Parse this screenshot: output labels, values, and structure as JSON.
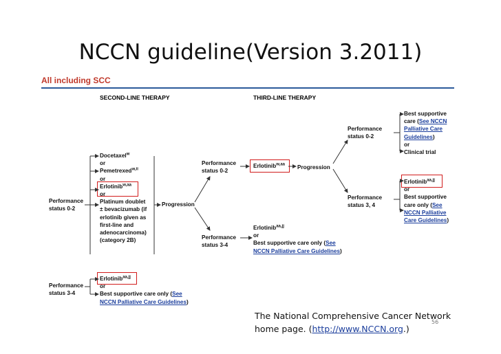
{
  "title": "NCCN guideline(Version 3.2011)",
  "subtitle": "All including SCC",
  "headers": {
    "second_line": "SECOND-LINE THERAPY",
    "third_line": "THIRD-LINE THERAPY"
  },
  "left_ps02": [
    "Performance",
    "status 0-2"
  ],
  "left_ps34": [
    "Performance",
    "status 3-4"
  ],
  "second_line_options": {
    "docetaxel": "Docetaxel",
    "docetaxel_sup": "w",
    "or1": "or",
    "pemetrexed": "Pemetrexed",
    "pemetrexed_sup": "w,ii",
    "or2": "or",
    "erlotinib": "Erlotinib",
    "erlotinib_sup": "w,aa",
    "or3": "or",
    "platinum_lines": [
      "Platinum doublet",
      "± bevacizumab (if",
      "erlotinib given as",
      "first-line and",
      "adenocarcinoma)",
      "(category 2B)"
    ]
  },
  "progression_label": "Progression",
  "mid_ps02": [
    "Performance",
    "status 0-2"
  ],
  "mid_ps34": [
    "Performance",
    "status 3-4"
  ],
  "third_line_erlotinib": {
    "name": "Erlotinib",
    "sup": "w,aa"
  },
  "third_progression_label": "Progression",
  "third_ps34_block": {
    "erlotinib": "Erlotinib",
    "sup": "aa,jj",
    "or": "or",
    "bsc": "Best supportive care only (",
    "see": "See",
    "link": "NCCN Palliative Care Guidelines",
    "close": ")"
  },
  "right_ps02": [
    "Performance",
    "status 0-2"
  ],
  "right_ps34": [
    "Performance",
    "status 3, 4"
  ],
  "right_bsc_block": {
    "line1": "Best supportive",
    "line2a": "care (",
    "line2b": "See NCCN",
    "link_lines": [
      "Palliative Care",
      "Guidelines"
    ],
    "close": ")",
    "or": "or",
    "clinical": "Clinical trial"
  },
  "right_lower_block": {
    "erlotinib": "Erlotinib",
    "sup": "aa,jj",
    "or": "or",
    "line1": "Best supportive",
    "line2a": "care only (",
    "line2b": "See",
    "link_lines": [
      "NCCN Palliative",
      "Care Guidelines"
    ],
    "close": ")"
  },
  "bottom_block": {
    "erlotinib": "Erlotinib",
    "sup": "aa,jj",
    "or": "or",
    "bsc": "Best supportive care only (",
    "see": "See",
    "link": "NCCN Palliative Care Guidelines",
    "close": ")"
  },
  "footnote": {
    "line1": "The National Comprehensive Cancer Network",
    "line2a": "home page. (",
    "link": "http://www.NCCN.org",
    "line2b": ".)"
  },
  "page_number": "56",
  "colors": {
    "title_accent": "#c0392b",
    "rule": "#2b5a9a",
    "box": "#d11a1a",
    "link": "#1a3d9c"
  }
}
